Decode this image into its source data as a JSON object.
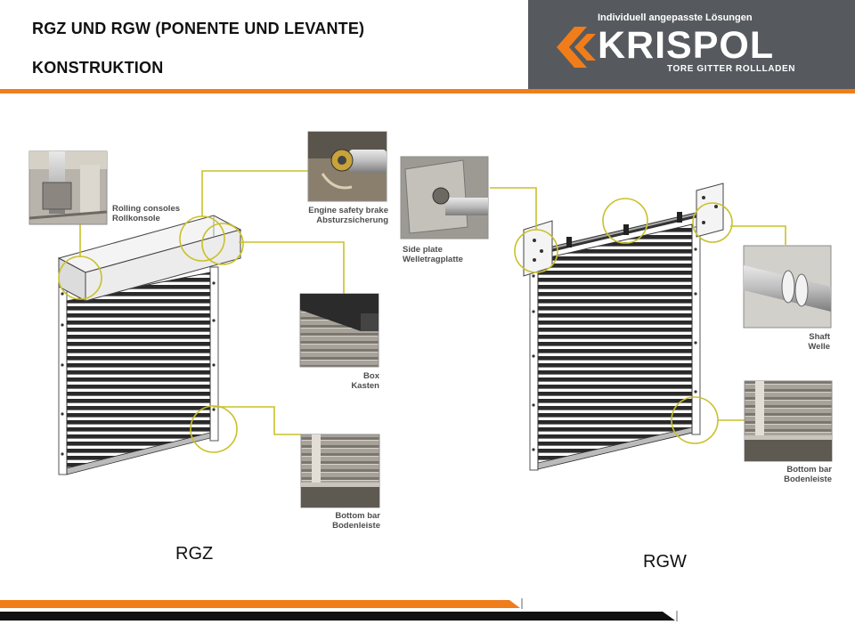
{
  "header": {
    "title_line1": "RGZ UND RGW (PONENTE UND LEVANTE)",
    "title_line2": "KONSTRUKTION"
  },
  "logo": {
    "tagline": "Individuell angepasste Lösungen",
    "brand": "KRISPOL",
    "subline": "TORE GITTER ROLLLADEN"
  },
  "rgz": {
    "caption": "RGZ",
    "callouts": {
      "rolling_consoles": {
        "en": "Rolling consoles",
        "de": "Rollkonsole"
      },
      "engine_brake": {
        "en": "Engine safety brake",
        "de": "Absturzsicherung"
      },
      "box": {
        "en": "Box",
        "de": "Kasten"
      },
      "bottom_bar": {
        "en": "Bottom bar",
        "de": "Bodenleiste"
      }
    }
  },
  "rgw": {
    "caption": "RGW",
    "callouts": {
      "side_plate": {
        "en": "Side plate",
        "de": "Welletragplatte"
      },
      "shaft": {
        "en": "Shaft",
        "de": "Welle"
      },
      "bottom_bar": {
        "en": "Bottom bar",
        "de": "Bodenleiste"
      }
    }
  },
  "colors": {
    "accent_orange": "#f07d1a",
    "callout_yellow": "#c9c12a",
    "logo_gray": "#565a5e",
    "footer_black": "#111111"
  }
}
